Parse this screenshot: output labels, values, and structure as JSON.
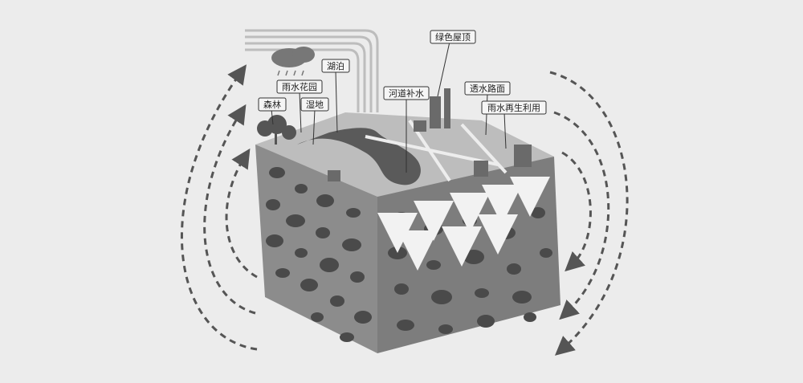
{
  "colors": {
    "background": "#ececec",
    "soil": "#8c8c8c",
    "soil_dark": "#6f6f6f",
    "pores": "#4a4a4a",
    "surface": "#bdbdbd",
    "water": "#5a5a5a",
    "arrow": "#555555"
  },
  "labels": {
    "forest": "森林",
    "rain_garden": "雨水花园",
    "wetland": "湿地",
    "lake": "湖泊",
    "river_recharge": "河道补水",
    "green_roof": "绿色屋顶",
    "permeable_pavement": "透水路面",
    "rainwater_reuse": "雨水再生利用"
  }
}
